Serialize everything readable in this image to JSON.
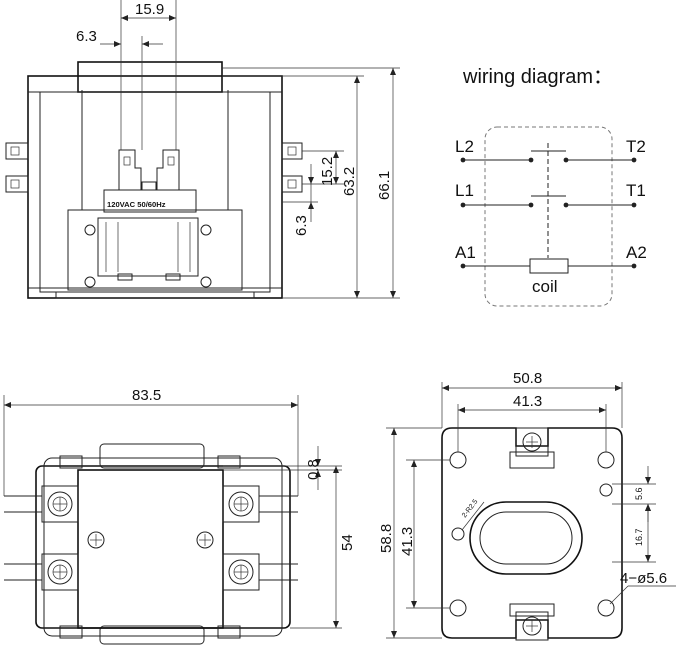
{
  "front_view": {
    "dims": {
      "top_width": "15.9",
      "offset": "6.3",
      "terminal_pitch": "15.2",
      "terminal_bottom": "6.3",
      "inner_height": "63.2",
      "total_height": "66.1"
    },
    "coil_rating": "120VAC  50/60Hz"
  },
  "wiring_diagram": {
    "title": "wiring diagram：",
    "labels": {
      "l2": "L2",
      "t2": "T2",
      "l1": "L1",
      "t1": "T1",
      "a1": "A1",
      "a2": "A2",
      "coil": "coil"
    }
  },
  "top_view": {
    "dims": {
      "width": "83.5",
      "gap": "0.8",
      "height": "54"
    }
  },
  "mount_view": {
    "dims": {
      "outer_width": "50.8",
      "inner_width": "41.3",
      "outer_height": "58.8",
      "inner_height": "41.3",
      "slot_small": "5.6",
      "slot_pitch": "16.7",
      "holes": "4−ø5.6",
      "radius_note": "2-R2.5"
    }
  }
}
